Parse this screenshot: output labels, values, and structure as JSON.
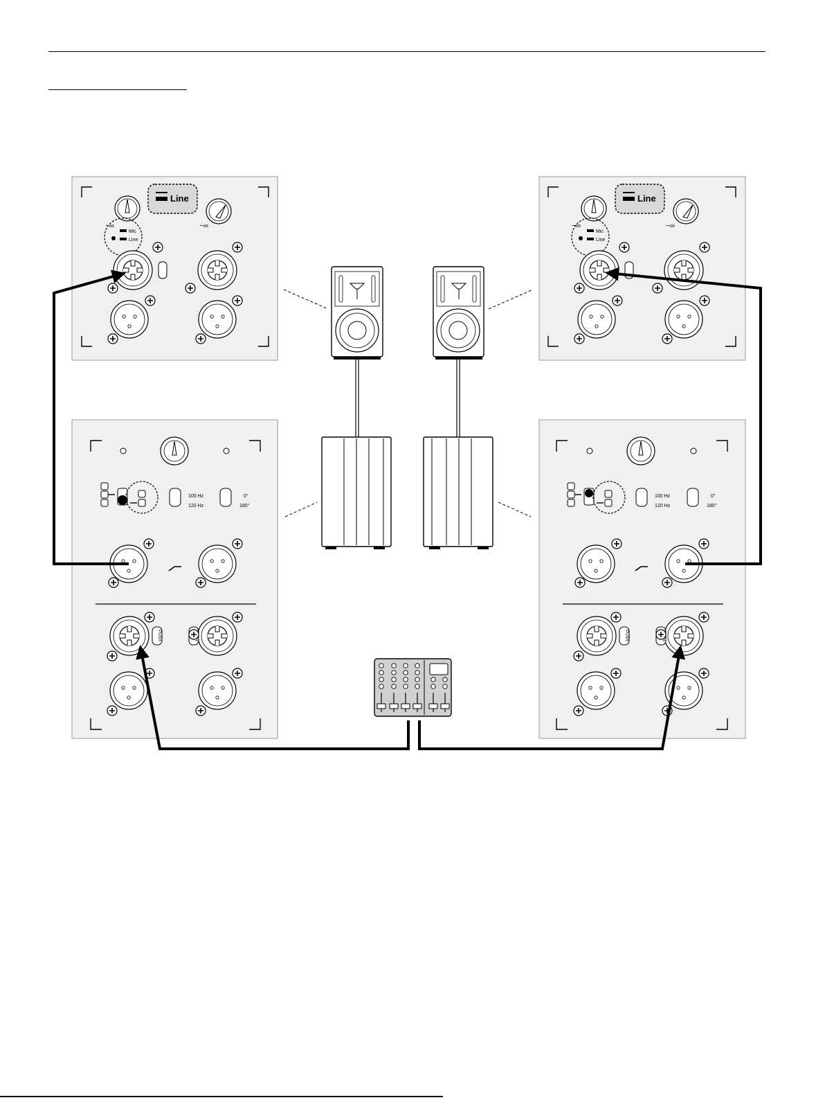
{
  "top_panel": {
    "line_badge": "Line",
    "min_label": "−∞",
    "mode_mic": "Mic",
    "mode_line": "Line"
  },
  "sub_panel": {
    "crossover_100": "100 Hz",
    "crossover_120": "120 Hz",
    "phase_0": "0°",
    "phase_180": "180°",
    "push_label": "PUSH"
  },
  "footer": {
    "text": ""
  }
}
